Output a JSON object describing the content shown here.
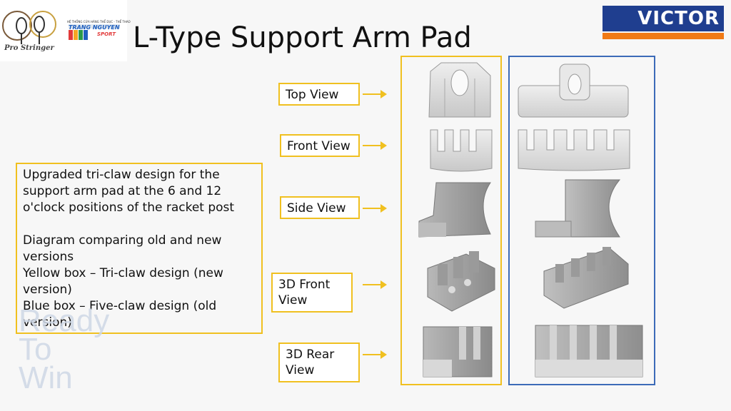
{
  "logos": {
    "left_logo_text": "Pro Stringer",
    "store_tagline": "HỆ THỐNG CỬA HÀNG THỂ DỤC - THỂ THAO",
    "store_name": "TRANG NGUYEN",
    "store_sub": "SPORT",
    "brand": "VICTOR"
  },
  "title": "L-Type Support Arm Pad",
  "description": {
    "line1": "Upgraded tri-claw design for the support arm pad at the 6 and 12 o'clock positions of the racket post",
    "line2": "Diagram comparing old and new versions",
    "line3": "Yellow box – Tri-claw design (new version)",
    "line4": "Blue box – Five-claw design (old version)"
  },
  "watermark": [
    "Ready",
    "To",
    "Win"
  ],
  "views": [
    {
      "label": "Top View"
    },
    {
      "label": "Front View"
    },
    {
      "label": "Side View"
    },
    {
      "label": "3D Front View"
    },
    {
      "label": "3D Rear View"
    }
  ],
  "colors": {
    "new_version_box": "#f0c020",
    "old_version_box": "#3c6bb8"
  }
}
